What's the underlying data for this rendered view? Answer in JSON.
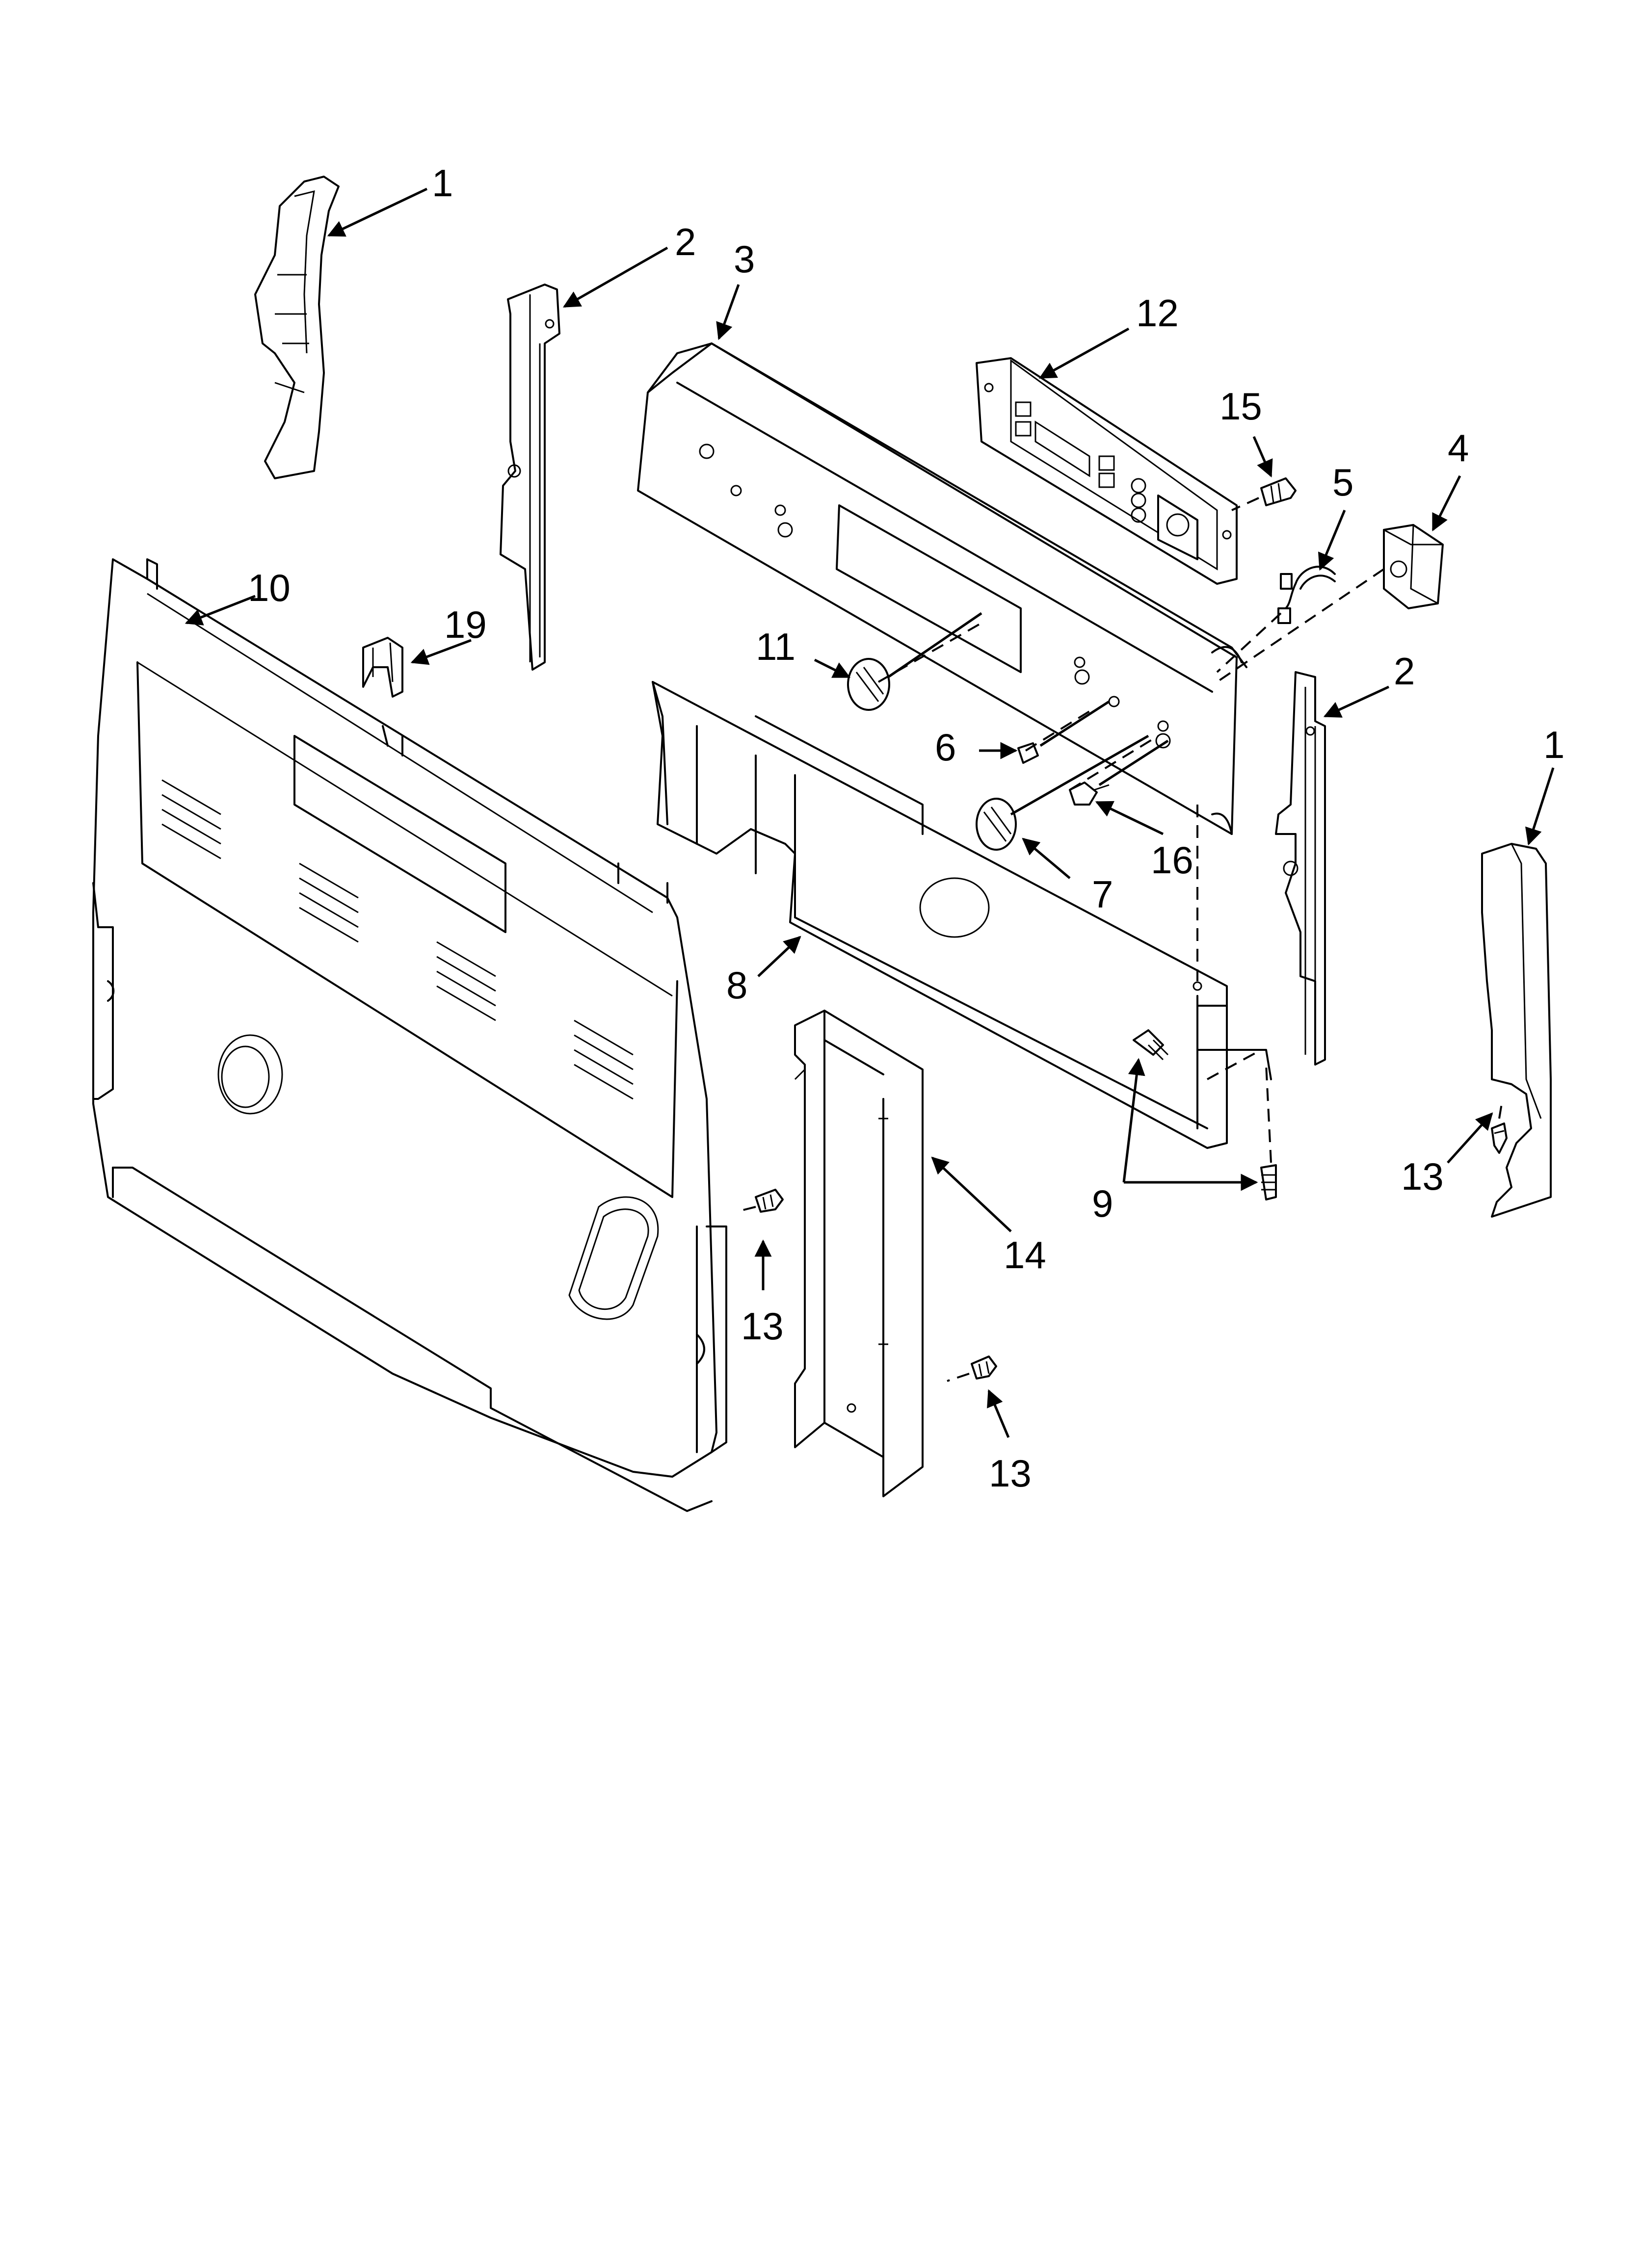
{
  "callouts": {
    "c1_left": "1",
    "c1_right": "1",
    "c2_left": "2",
    "c2_right": "2",
    "c3": "3",
    "c4": "4",
    "c5": "5",
    "c6": "6",
    "c7": "7",
    "c8": "8",
    "c9": "9",
    "c10": "10",
    "c11": "11",
    "c12": "12",
    "c13_right": "13",
    "c13_center": "13",
    "c13_lower": "13",
    "c14": "14",
    "c15": "15",
    "c16": "16",
    "c19": "19"
  }
}
